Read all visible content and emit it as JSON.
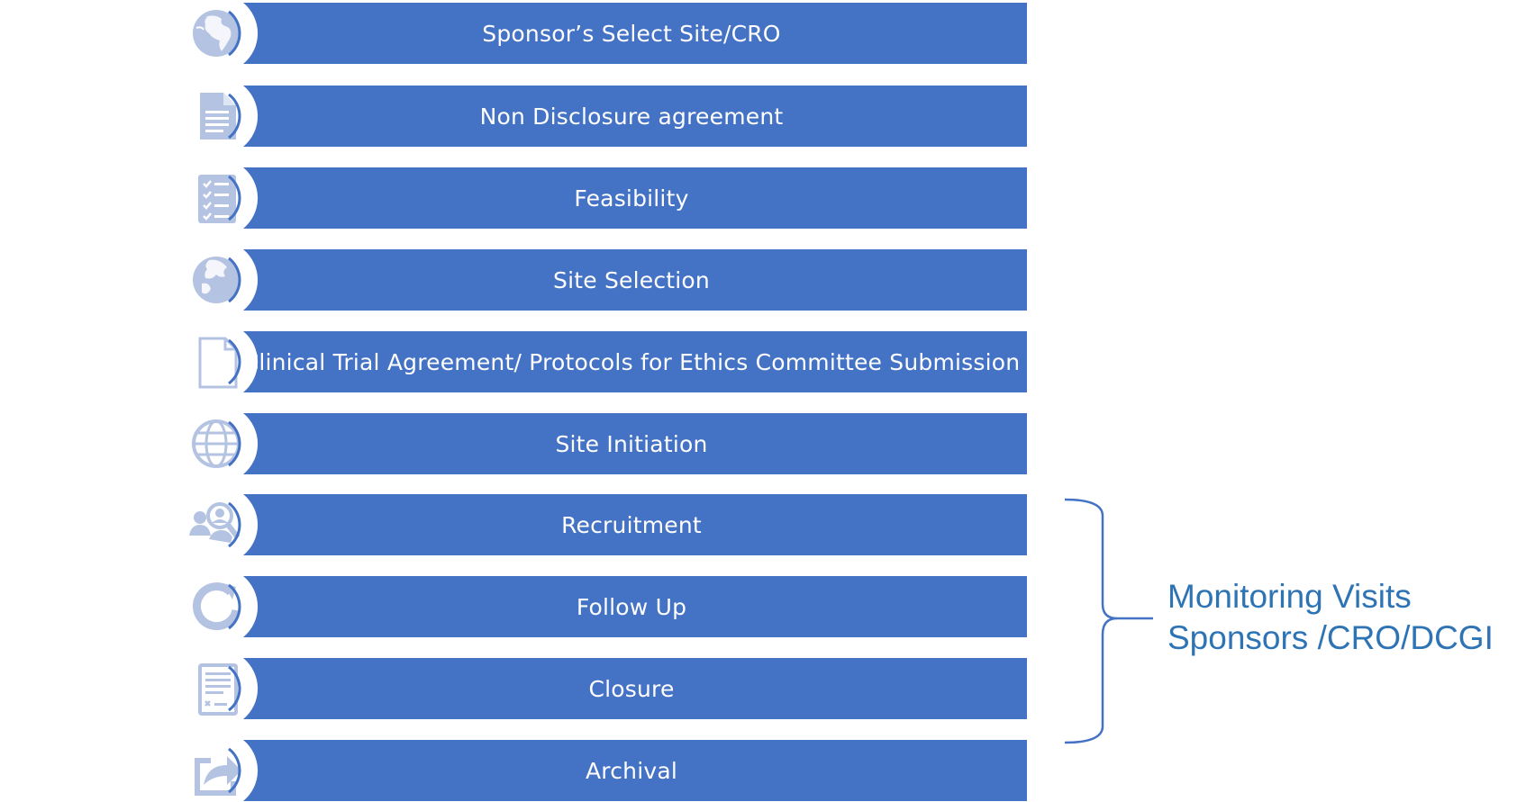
{
  "steps": [
    {
      "label": "Sponsor’s Select Site/CRO",
      "icon": "globe-africa-icon"
    },
    {
      "label": "Non Disclosure agreement",
      "icon": "document-icon"
    },
    {
      "label": "Feasibility",
      "icon": "checklist-icon"
    },
    {
      "label": "Site Selection",
      "icon": "globe-asia-icon"
    },
    {
      "label": "Clinical Trial Agreement/ Protocols for Ethics Committee Submission",
      "icon": "page-icon"
    },
    {
      "label": "Site Initiation",
      "icon": "globe-grid-icon"
    },
    {
      "label": "Recruitment",
      "icon": "people-search-icon"
    },
    {
      "label": "Follow Up",
      "icon": "refresh-icon"
    },
    {
      "label": "Closure",
      "icon": "form-icon"
    },
    {
      "label": "Archival",
      "icon": "share-arrow-icon"
    }
  ],
  "monitoring": {
    "line1": "Monitoring Visits",
    "line2": "Sponsors /CRO/DCGI"
  },
  "colors": {
    "bar": "#4472c4",
    "icon": "#b4c3e2",
    "icon_ring": "#4472c4",
    "monitor_text": "#2e74b5",
    "brace": "#4472c4"
  }
}
